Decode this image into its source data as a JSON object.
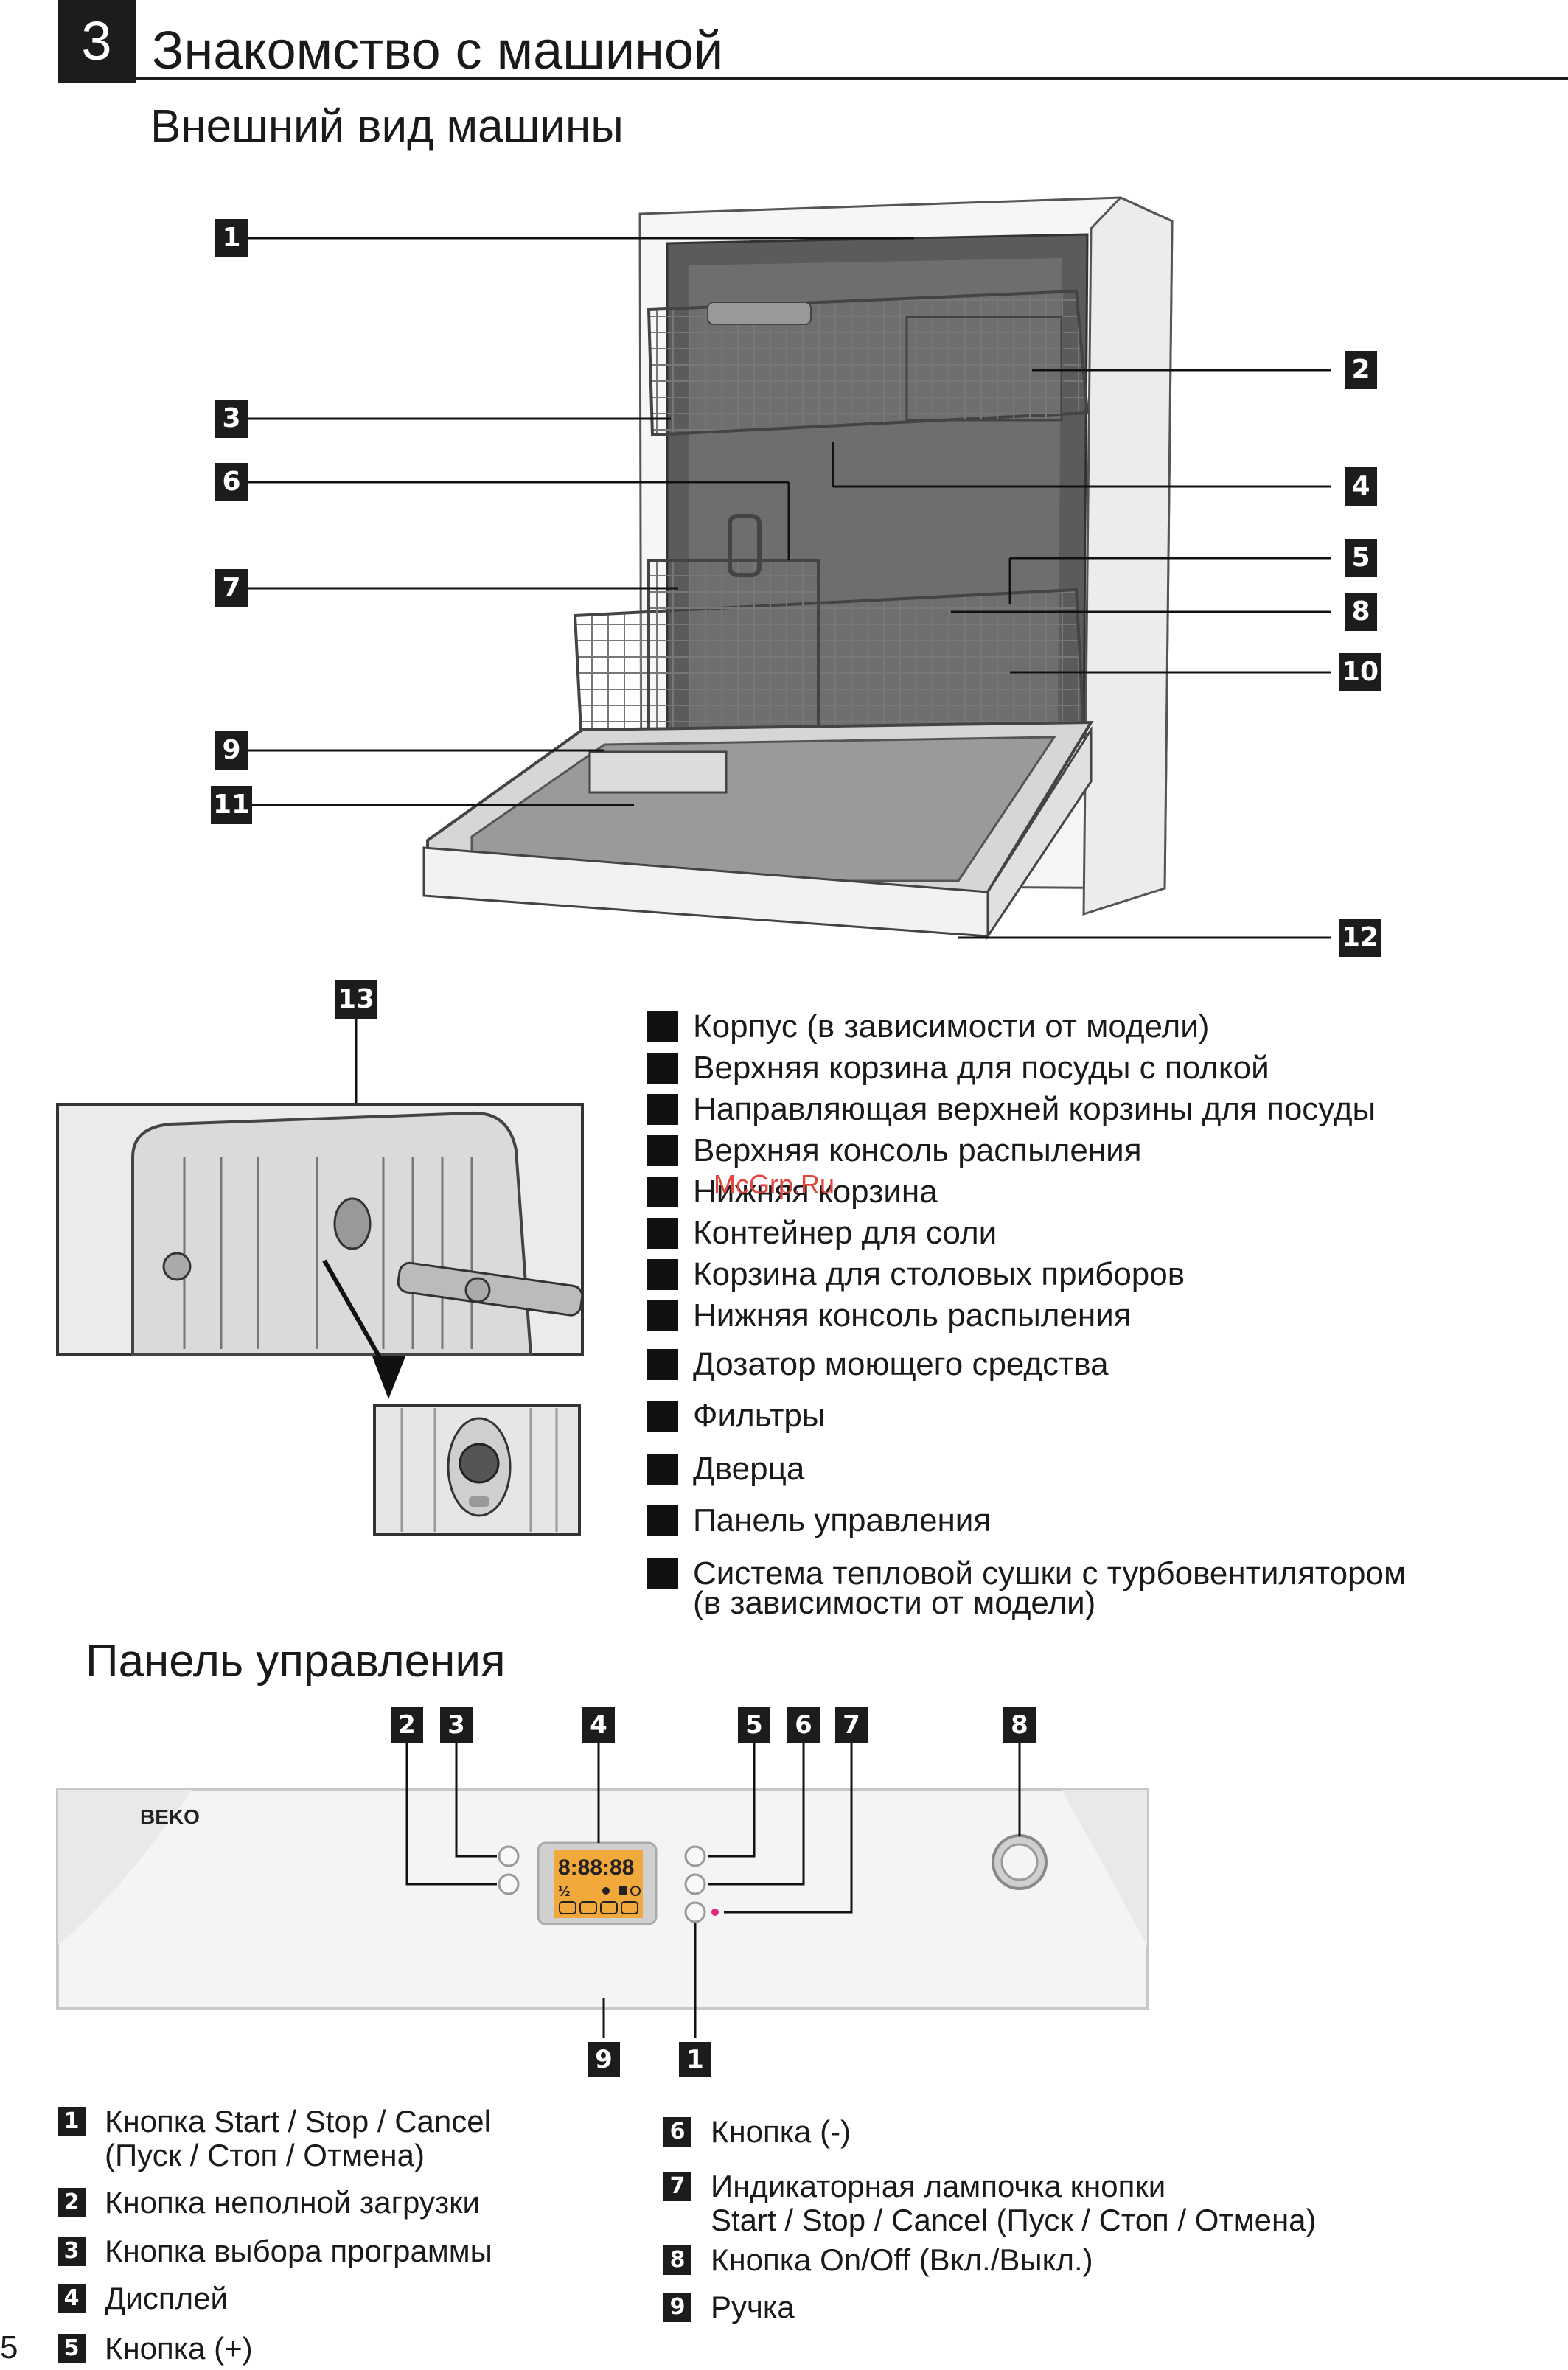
{
  "header": {
    "chapter_number": "3",
    "chapter_title": "Знакомство с машиной",
    "section_title": "Внешний вид машины"
  },
  "machine_callouts": [
    "1",
    "2",
    "3",
    "4",
    "5",
    "6",
    "7",
    "8",
    "9",
    "10",
    "11",
    "12",
    "13"
  ],
  "parts_list": [
    "Корпус (в зависимости от модели)",
    "Верхняя корзина для посуды с полкой",
    "Направляющая верхней корзины для посуды",
    "Верхняя консоль распыления",
    "Нижняя корзина",
    "Контейнер для соли",
    "Корзина для столовых приборов",
    "Нижняя консоль распыления",
    "Дозатор моющего средства",
    "Фильтры",
    "Дверца",
    "Панель управления",
    "Система тепловой сушки с турбовентилятором",
    "(в зависимости от модели)"
  ],
  "watermark": "McGrp.Ru",
  "control_panel": {
    "title": "Панель управления",
    "brand": "BEKO",
    "display_digits": "8:88:88",
    "display_half": "½",
    "callouts_top": [
      "2",
      "3",
      "4",
      "5",
      "6",
      "7",
      "8"
    ],
    "callouts_bottom": [
      "9",
      "1"
    ]
  },
  "controls_list": [
    {
      "num": "1",
      "line1": "Кнопка Start / Stop / Cancel",
      "line2": "(Пуск / Стоп / Отмена)"
    },
    {
      "num": "2",
      "line1": "Кнопка неполной загрузки"
    },
    {
      "num": "3",
      "line1": "Кнопка выбора программы"
    },
    {
      "num": "4",
      "line1": "Дисплей"
    },
    {
      "num": "5",
      "line1": "Кнопка (+)"
    },
    {
      "num": "6",
      "line1": "Кнопка (-)"
    },
    {
      "num": "7",
      "line1": "Индикаторная лампочка кнопки",
      "line2": "Start / Stop / Cancel (Пуск / Стоп / Отмена)"
    },
    {
      "num": "8",
      "line1": "Кнопка On/Off (Вкл./Выкл.)"
    },
    {
      "num": "9",
      "line1": "Ручка"
    }
  ],
  "page_number": "5",
  "colors": {
    "accent_dark": "#1c1c1c",
    "display_orange": "#f2a93b",
    "indicator_led": "#e0267a"
  }
}
